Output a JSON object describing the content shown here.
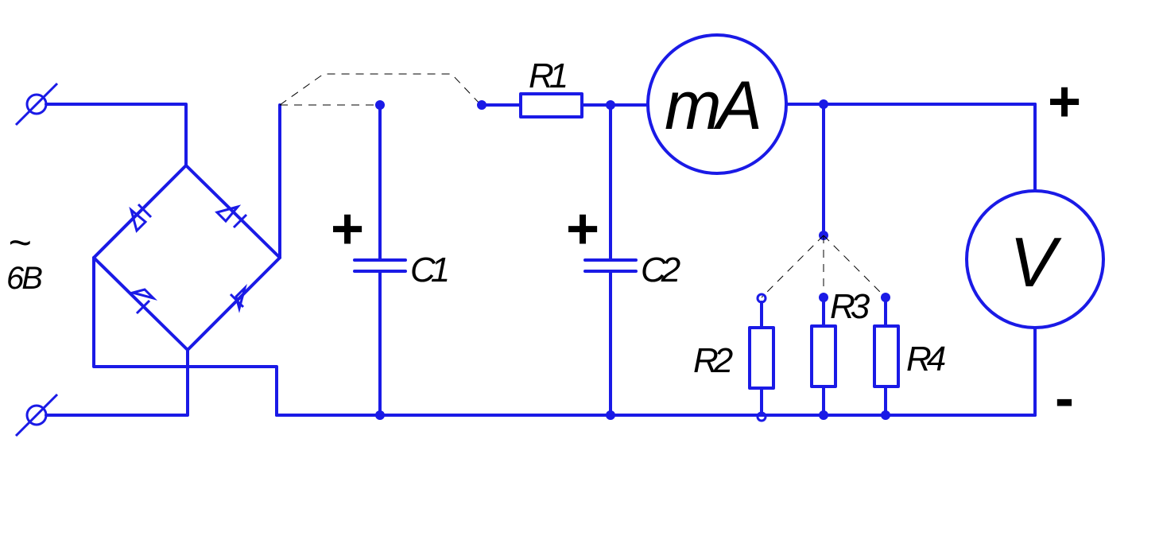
{
  "colors": {
    "wire": "#1a1ae6",
    "text": "#000000",
    "switch": "#000000"
  },
  "source": {
    "ac_symbol": "~",
    "voltage": "6В"
  },
  "labels": {
    "c1": "C1",
    "c2": "C2",
    "r1": "R1",
    "r2": "R2",
    "r3": "R3",
    "r4": "R4",
    "ammeter": "mA",
    "voltmeter": "V",
    "plus_c1": "+",
    "plus_c2": "+",
    "output_plus": "+",
    "output_minus": "-"
  },
  "icons": {
    "terminal": "terminal-icon",
    "diode": "diode-icon",
    "capacitor": "capacitor-icon",
    "resistor": "resistor-icon",
    "ammeter": "ammeter-icon",
    "voltmeter": "voltmeter-icon",
    "switch": "switch-icon"
  }
}
